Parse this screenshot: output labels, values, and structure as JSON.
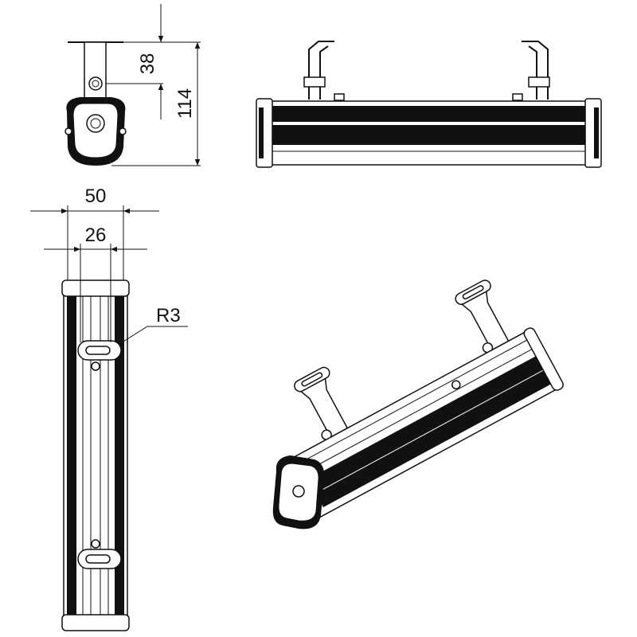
{
  "drawing": {
    "front_view": {
      "dim_bracket_height": "38",
      "dim_total_height": "114"
    },
    "top_view": {
      "dim_total_width": "50",
      "dim_bracket_width": "26",
      "radius_label": "R3"
    }
  },
  "colors": {
    "line": "#111111",
    "background": "#ffffff"
  }
}
